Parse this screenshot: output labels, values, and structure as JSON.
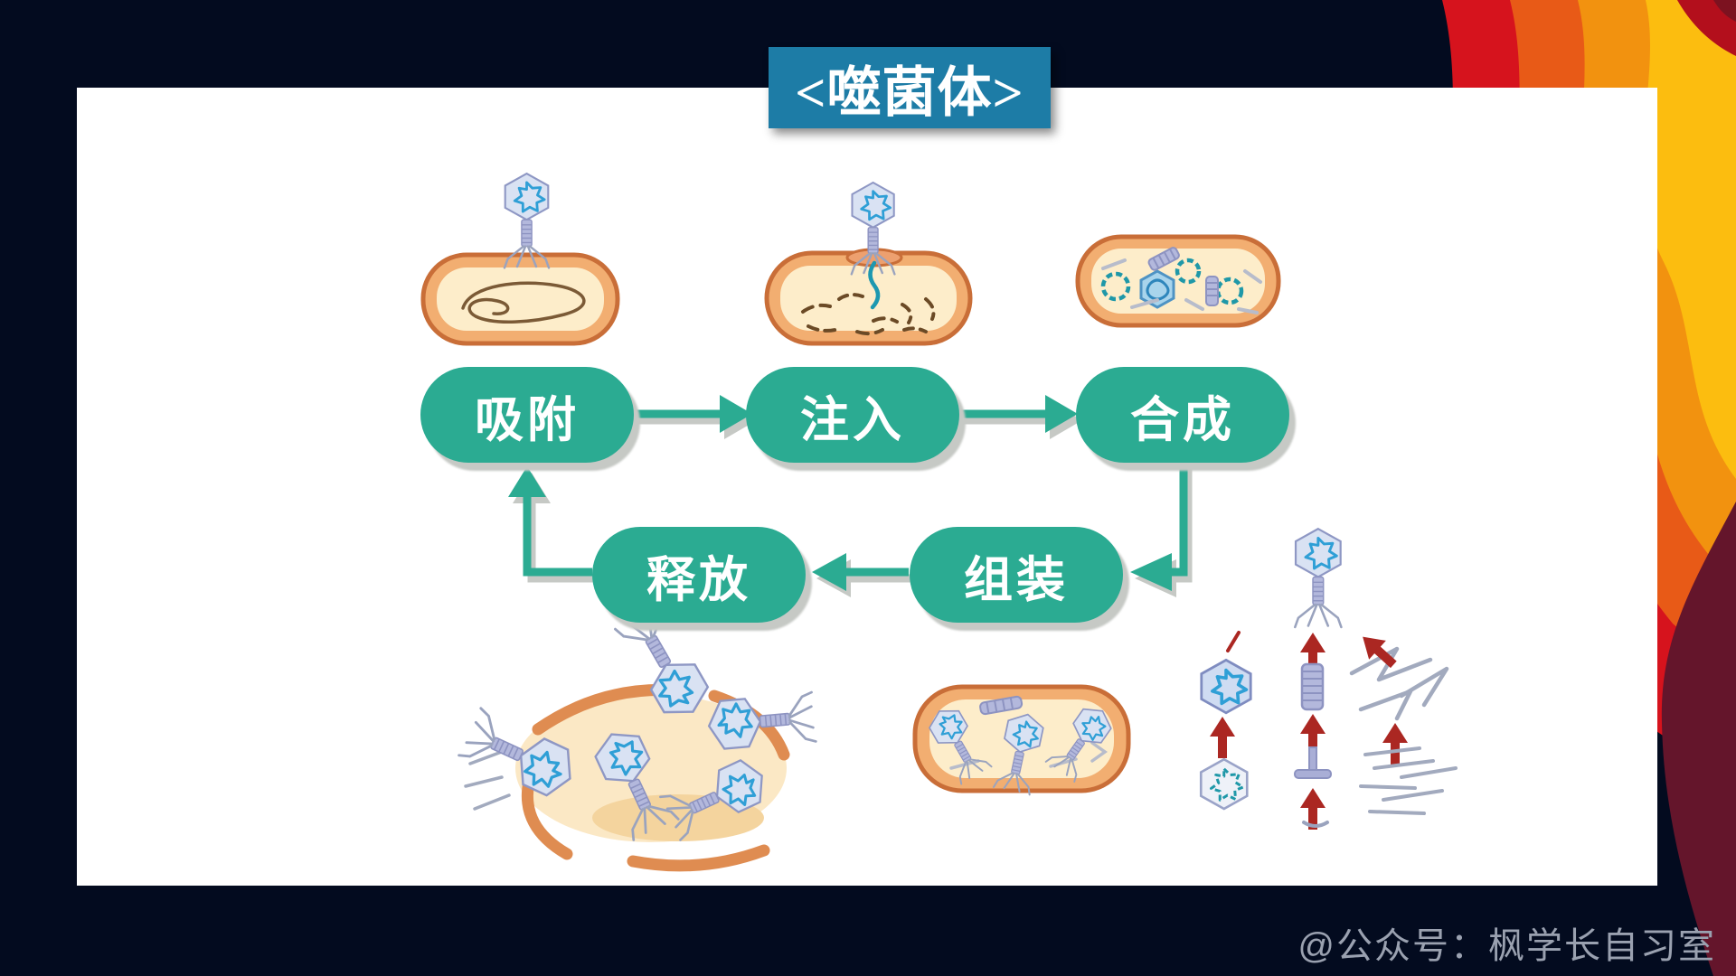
{
  "title": {
    "text": "<噬菌体>"
  },
  "watermark": {
    "text": "@公众号：枫学长自习室"
  },
  "diagram": {
    "type": "cycle-flowchart",
    "stages": [
      {
        "label": "吸附"
      },
      {
        "label": "注入"
      },
      {
        "label": "合成"
      },
      {
        "label": "组装"
      },
      {
        "label": "释放"
      }
    ],
    "cycle_order": [
      "吸附",
      "注入",
      "合成",
      "组装",
      "释放",
      "吸附"
    ]
  },
  "illustration_icons": [
    {
      "name": "phage-adsorbed-on-bacterium-icon"
    },
    {
      "name": "phage-injecting-dna-icon"
    },
    {
      "name": "bacterium-synthesizing-phage-parts-icon"
    },
    {
      "name": "bacterium-lysis-releasing-phages-icon"
    },
    {
      "name": "bacterium-with-assembled-phages-icon"
    },
    {
      "name": "phage-parts-assembly-steps-icon"
    }
  ],
  "colors": {
    "background": "#030b1f",
    "panel": "#ffffff",
    "title_box": "#1d7ca6",
    "stage_pill": "#2bab92",
    "pill_shadow": "#c6c9c5",
    "flame_yellow": "#fcbd0f",
    "flame_orange": "#f2920f",
    "flame_orange_red": "#e85a17",
    "flame_red": "#d6131d",
    "flame_maroon": "#64152b",
    "assembly_arrow_red": "#ab2722",
    "bacterium_border": "#c96e38",
    "bacterium_fill": "#fdedca"
  }
}
